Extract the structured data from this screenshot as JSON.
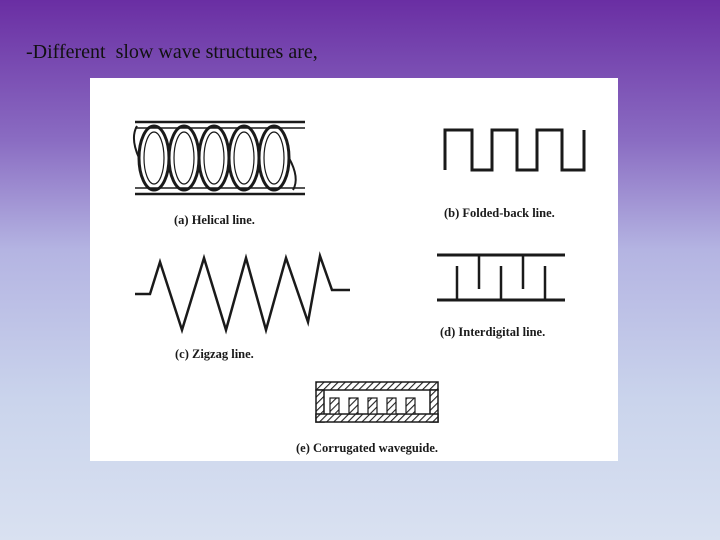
{
  "slide": {
    "title": "-Different  slow wave structures are,"
  },
  "figure": {
    "captions": {
      "a": "(a)  Helical line.",
      "b": "(b)  Folded-back  line.",
      "c": "(c) Zigzag line.",
      "d": "(d) Interdigital line.",
      "e": "(e) Corrugated waveguide."
    }
  }
}
